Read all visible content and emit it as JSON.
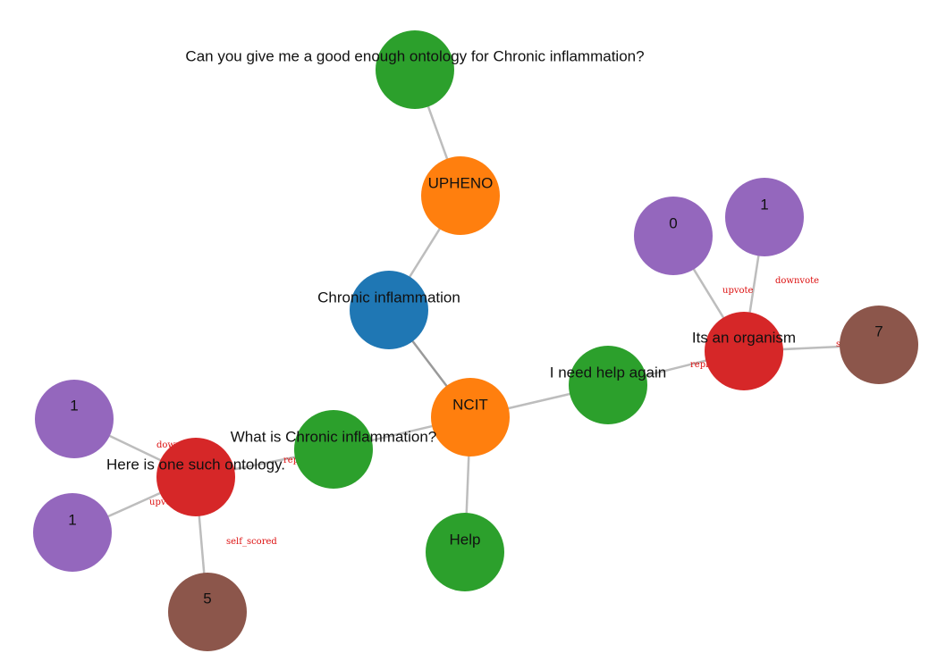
{
  "colors": {
    "green": "#2ca02c",
    "orange": "#ff7f0e",
    "blue": "#1f77b4",
    "red": "#d62728",
    "purple": "#9467bd",
    "brown": "#8c564b",
    "edge": "#bdbdbd",
    "edge_label": "#dd1111"
  },
  "nodes": [
    {
      "id": "question",
      "label": "Can you give me a good enough ontology for Chronic inflammation?",
      "color": "green"
    },
    {
      "id": "upheno",
      "label": "UPHENO",
      "color": "orange"
    },
    {
      "id": "chronic",
      "label": "Chronic inflammation",
      "color": "blue"
    },
    {
      "id": "ncit",
      "label": "NCIT",
      "color": "orange"
    },
    {
      "id": "help",
      "label": "Help",
      "color": "green"
    },
    {
      "id": "need_help",
      "label": "I need help again",
      "color": "green"
    },
    {
      "id": "what_is",
      "label": "What is Chronic inflammation?",
      "color": "green"
    },
    {
      "id": "organism",
      "label": "Its an organism",
      "color": "red"
    },
    {
      "id": "org_up",
      "label": "0",
      "color": "purple"
    },
    {
      "id": "org_down",
      "label": "1",
      "color": "purple"
    },
    {
      "id": "org_score",
      "label": "7",
      "color": "brown"
    },
    {
      "id": "ontology",
      "label": "Here is one such ontology.",
      "color": "red"
    },
    {
      "id": "ont_down",
      "label": "1",
      "color": "purple"
    },
    {
      "id": "ont_up",
      "label": "1",
      "color": "purple"
    },
    {
      "id": "ont_score",
      "label": "5",
      "color": "brown"
    }
  ],
  "edges": [
    {
      "source": "question",
      "target": "upheno",
      "label": ""
    },
    {
      "source": "upheno",
      "target": "chronic",
      "label": ""
    },
    {
      "source": "chronic",
      "target": "ncit",
      "label": ""
    },
    {
      "source": "ncit",
      "target": "help",
      "label": ""
    },
    {
      "source": "ncit",
      "target": "need_help",
      "label": ""
    },
    {
      "source": "ncit",
      "target": "what_is",
      "label": ""
    },
    {
      "source": "organism",
      "target": "need_help",
      "label": "reply_to"
    },
    {
      "source": "organism",
      "target": "org_up",
      "label": "upvote"
    },
    {
      "source": "organism",
      "target": "org_down",
      "label": "downvote"
    },
    {
      "source": "organism",
      "target": "org_score",
      "label": "self_scored"
    },
    {
      "source": "ontology",
      "target": "what_is",
      "label": "reply_to"
    },
    {
      "source": "ontology",
      "target": "ont_down",
      "label": "downvote"
    },
    {
      "source": "ontology",
      "target": "ont_up",
      "label": "upvote"
    },
    {
      "source": "ontology",
      "target": "ont_score",
      "label": "self_scored"
    }
  ]
}
